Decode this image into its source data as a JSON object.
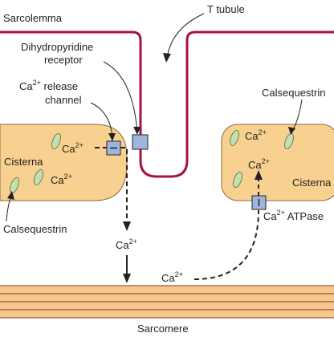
{
  "diagram": {
    "labels": {
      "sarcolemma": "Sarcolemma",
      "t_tubule": "T tubule",
      "dhp_line1": "Dihydropyridine",
      "dhp_line2": "receptor",
      "release_line1_base": "Ca",
      "release_line1_sup": "2+",
      "release_line1_rest": " release",
      "release_line2": "channel",
      "calsequestrin_right": "Calsequestrin",
      "calsequestrin_left": "Calsequestrin",
      "cisterna_left": "Cisterna",
      "cisterna_right": "Cisterna",
      "atpase_base": "Ca",
      "atpase_sup": "2+",
      "atpase_rest": " ATPase",
      "sarcomere": "Sarcomere"
    },
    "ions": [
      {
        "base": "Ca",
        "sup": "2+"
      },
      {
        "base": "Ca",
        "sup": "2+"
      },
      {
        "base": "Ca",
        "sup": "2+"
      },
      {
        "base": "Ca",
        "sup": "2+"
      },
      {
        "base": "Ca",
        "sup": "2+"
      },
      {
        "base": "Ca",
        "sup": "2+"
      }
    ],
    "colors": {
      "membrane": "#a8123f",
      "cisterna_fill": "#f8d08f",
      "cisterna_stroke": "#8a6a3a",
      "calsequestrin_fill": "#c6dfb0",
      "receptor_fill": "#9fb6dc",
      "sarcomere_fill": "#f6c690",
      "sarcomere_line": "#9a5a2a"
    }
  }
}
